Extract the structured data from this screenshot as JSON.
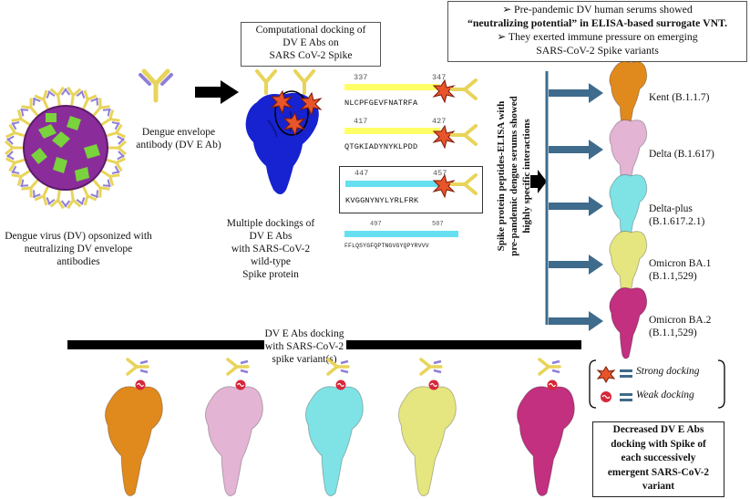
{
  "top_box": {
    "line1": "➢ Pre-pandemic DV human serums showed",
    "line2": "“neutralizing potential” in ELISA-based surrogate VNT.",
    "line3": "➢ They exerted immune pressure on emerging",
    "line4": "SARS-CoV-2 Spike variants"
  },
  "comp_box": {
    "line1": "Computational docking of",
    "line2": "DV E Abs on",
    "line3": "SARS CoV-2 Spike"
  },
  "virus_caption": {
    "line1": "Dengue virus (DV) opsonized with",
    "line2": "neutralizing DV envelope",
    "line3": "antibodies"
  },
  "antibody_caption": {
    "line1": "Dengue envelope",
    "line2": "antibody (DV E Ab)"
  },
  "spike_caption": {
    "line1": "Multiple dockings of",
    "line2": "DV E Abs",
    "line3": "with SARS-CoV-2",
    "line4": "wild-type",
    "line5": "Spike protein"
  },
  "peptides": [
    {
      "start": "337",
      "end": "347",
      "seq": "NLCPFGEVFNATRFA"
    },
    {
      "start": "417",
      "end": "427",
      "seq": "QTGKIADYNYKLPDD"
    },
    {
      "start": "447",
      "end": "457",
      "seq": "KVGGNYNYLYRLFRK"
    },
    {
      "start": "497",
      "end": "507",
      "seq": "FFLQSYGFQPTNGVGYQPYRVVV"
    }
  ],
  "vertical_text": {
    "line1": "Spike protein peptides-ELISA with",
    "line2": "pre-pandemic dengue serums showed",
    "line3": "highly specific interactions"
  },
  "variants": [
    {
      "line1": "Kent (B.1.1.7)",
      "line2": "",
      "color": "#e08a1e"
    },
    {
      "line1": "Delta (B.1.617)",
      "line2": "",
      "color": "#e3b4d4"
    },
    {
      "line1": "Delta-plus",
      "line2": "(B.1.617.2.1)",
      "color": "#7fe3e6"
    },
    {
      "line1": "Omicron BA.1",
      "line2": "(B.1.1,529)",
      "color": "#e6e680"
    },
    {
      "line1": "Omicron BA.2",
      "line2": "(B.1.1,529)",
      "color": "#c2307f"
    }
  ],
  "bottom_label": {
    "line1": "DV E Abs docking",
    "line2": "with SARS-CoV-2",
    "line3": "spike variant(s)"
  },
  "legend": {
    "strong": "Strong docking",
    "weak": "Weak docking"
  },
  "conclusion": {
    "line1": "Decreased DV E Abs",
    "line2": "docking with Spike of",
    "line3": "each successively",
    "line4": "emergent  SARS-CoV-2",
    "line5": "variant"
  },
  "colors": {
    "arrow": "#3f6b8c",
    "spike_wt": "#1722d0",
    "virus_purple": "#9a2d9a",
    "virus_green": "#6ccf3a",
    "antibody_yellow": "#e8d45a",
    "antibody_purple": "#8f7fd6"
  }
}
